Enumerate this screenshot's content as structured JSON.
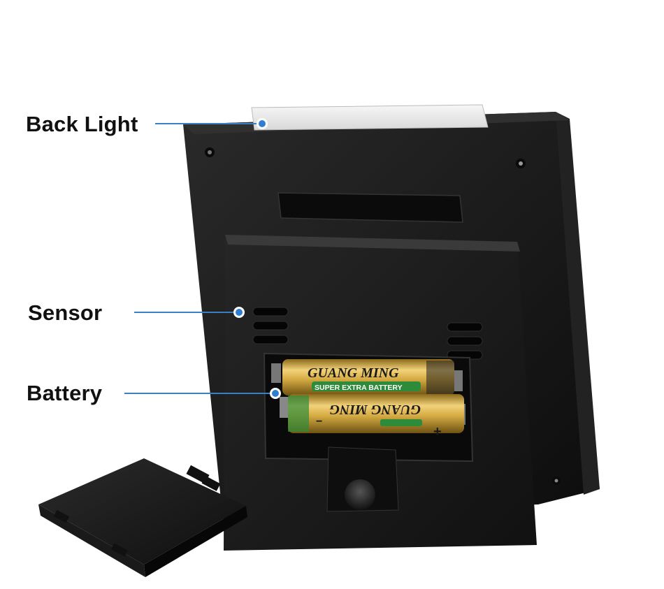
{
  "callouts": {
    "back_light": "Back Light",
    "sensor": "Sensor",
    "battery": "Battery"
  },
  "battery_top": {
    "brand": "GUANG MING",
    "subtitle": "SUPER EXTRA BATTERY"
  },
  "battery_bottom": {
    "brand": "GUANG MING",
    "minus": "−",
    "plus": "+"
  },
  "colors": {
    "callout_line": "#3a7fc1",
    "callout_dot": "#2f7fd0",
    "device_body": "#141414",
    "battery_gold": "#c9a23a",
    "battery_green": "#2e8b3a"
  }
}
